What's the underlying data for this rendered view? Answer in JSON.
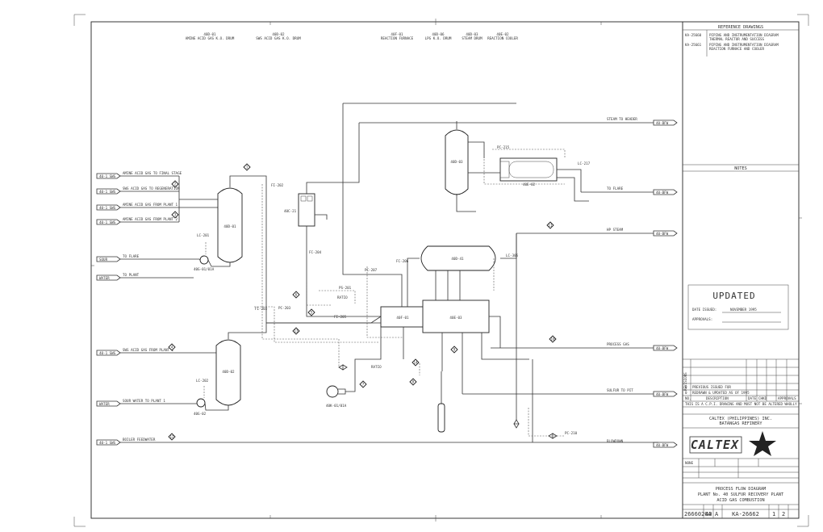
{
  "top_labels": [
    {
      "tag": "40D-01",
      "desc": "AMINE ACID GAS K.O. DRUM"
    },
    {
      "tag": "40D-02",
      "desc": "SWS ACID GAS K.O. DRUM"
    },
    {
      "tag": "40F-01",
      "desc": "REACTION FURNACE"
    },
    {
      "tag": "40D-06",
      "desc": "LPG K.O. DRUM"
    },
    {
      "tag": "40D-03",
      "desc": "STEAM DRUM"
    },
    {
      "tag": "40E-02",
      "desc": "REACTION COOLER"
    }
  ],
  "reference": {
    "header": "REFERENCE DRAWINGS",
    "rows": [
      {
        "no": "KA-25660",
        "desc": "PIPING AND INSTRUMENTATION DIAGRAM"
      },
      {
        "no": "",
        "desc": "THERMAL REACTOR AND SUCCESS"
      },
      {
        "no": "KA-25661",
        "desc": "PIPING AND INSTRUMENTATION DIAGRAM"
      },
      {
        "no": "",
        "desc": "REACTION FURNACE AND COOLER"
      }
    ]
  },
  "notes_header": "NOTES",
  "updated": {
    "title": "UPDATED",
    "date_label": "DATE ISSUED:",
    "date_value": "NOVEMBER 1995",
    "approval_label": "APPROVALS:"
  },
  "revision": {
    "rows": [
      {
        "no": "0",
        "desc": "PREVIOUS ISSUED FOR",
        "date": "",
        "by": ""
      },
      {
        "no": "0",
        "desc": "REDRAWN & UPDATED AS OF 1995",
        "date": "",
        "by": ""
      }
    ],
    "col_no": "NO.",
    "col_desc": "DESCRIPTION",
    "col_date": "DATE",
    "col_chkd": "CHKD",
    "col_appr": "APPROVALS",
    "side_label": "REVISIONS",
    "notice": "THIS IS A C.P.I. DRAWING AND MUST NOT BE ALTERED WHOLLY"
  },
  "company": {
    "name": "CALTEX (PHILIPPINES) INC.",
    "site": "BATANGAS REFINERY",
    "logo": "CALTEX"
  },
  "title_block": {
    "l1": "PROCESS FLOW DIAGRAM",
    "l2": "PLANT No. 40 SULFUR RECOVERY PLANT",
    "l3": "ACID GAS COMBUSTION",
    "file_no": "2666020A",
    "plant": "40",
    "size": "A",
    "drawing_no": "KA-26662",
    "sheet": "1",
    "of": "2",
    "scale": "NONE"
  },
  "streams_left": [
    {
      "box": "40-1 SWS",
      "label": "AMINE ACID GAS TO FINAL STAGE"
    },
    {
      "box": "40-1 SWS",
      "label": "SWS ACID GAS TO REGENERATION"
    },
    {
      "box": "40-1 SWS",
      "label": "AMINE ACID GAS FROM PLANT 1"
    },
    {
      "box": "40-1 SWS",
      "label": "AMINE ACID GAS FROM PLANT 2"
    },
    {
      "box": "SOUR",
      "label": "TO FLARE"
    },
    {
      "box": "WATER",
      "label": "TO PLANT"
    },
    {
      "box": "40-1 SWS",
      "label": "SWS ACID GAS FROM PLANT 1"
    },
    {
      "box": "WATER",
      "label": "SOUR WATER TO PLANT 1"
    },
    {
      "box": "40-1 SWS",
      "label": "BOILER FEEDWATER"
    }
  ],
  "streams_right": [
    {
      "box": "40-BFW",
      "label": "STEAM TO HEADER"
    },
    {
      "box": "40-BFW",
      "label": "TO FLARE"
    },
    {
      "box": "40-BFW",
      "label": "HP STEAM"
    },
    {
      "box": "40-BFW",
      "label": "PROCESS GAS"
    },
    {
      "box": "40-BFW",
      "label": "SULFUR TO PIT"
    },
    {
      "box": "40-BFW",
      "label": "BLOWDOWN"
    }
  ],
  "equipment": {
    "d01": "40D-01",
    "d02": "40D-02",
    "p01": "40G-01/01A",
    "p02": "40G-02",
    "d21": "40C-21",
    "d03": "40D-03",
    "e02": "40E-02",
    "d41": "40D-41",
    "f01": "40F-01",
    "e03": "40E-03",
    "k01": "40K-01/01A"
  },
  "instruments": {
    "lc1": "LC-201",
    "lc2": "LC-202",
    "fi1": "FI-202",
    "pc1": "PC-203",
    "fc1": "FC-204",
    "fi2": "FI-205",
    "pc2": "PC-215",
    "lc3": "LC-217",
    "pc3": "PC-207",
    "lc4": "LC-305",
    "fc2": "FC-206",
    "pc4": "PC-210",
    "ps1": "PS-201",
    "fi3": "FI-203",
    "ratio": "RATIO"
  },
  "stream_numbers": [
    "1",
    "2",
    "3",
    "4",
    "5",
    "6",
    "7",
    "8",
    "9",
    "10",
    "11",
    "12",
    "13",
    "14"
  ]
}
